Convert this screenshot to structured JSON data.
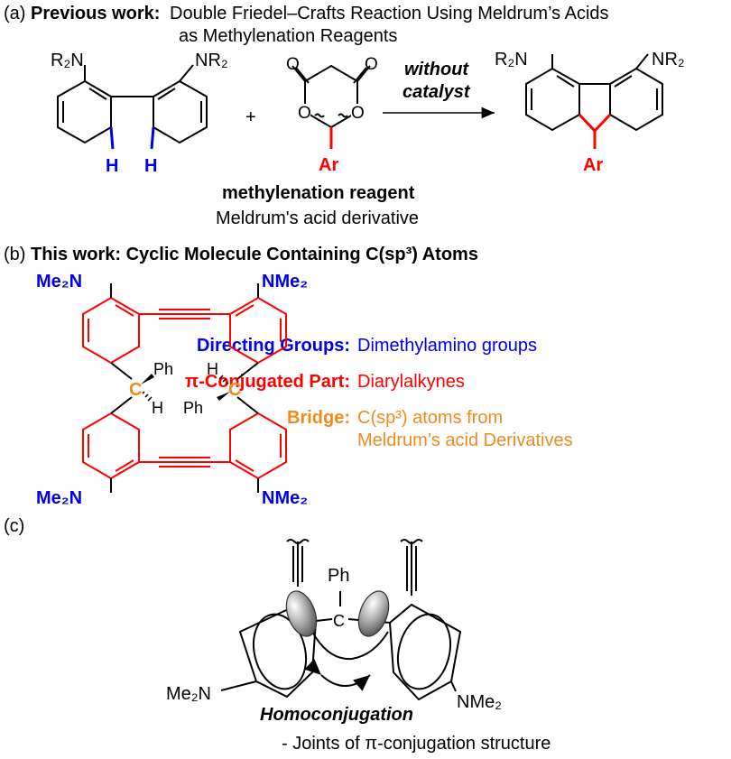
{
  "colors": {
    "blue": "#0000e6",
    "red": "#ff0000",
    "orange": "#f08a1c",
    "black": "#000000"
  },
  "panel_a": {
    "prefix": "(a)",
    "title_bold": "Previous work:",
    "title_rest": "Double Friedel–Crafts Reaction Using Meldrum’s Acids",
    "title_line2": "as Methylenation Reagents",
    "plus": "+",
    "arrow_top": "without",
    "arrow_bottom": "catalyst",
    "reagent_bold": "methylenation reagent",
    "reagent_sub": "Meldrum's acid derivative",
    "lbl_R2N": "R₂N",
    "lbl_NR2": "NR₂",
    "lbl_H": "H",
    "lbl_Ar": "Ar"
  },
  "panel_b": {
    "prefix": "(b)",
    "title": "This work: Cyclic Molecule Containing C(sp³) Atoms",
    "lbl_Me2N": "Me₂N",
    "lbl_NMe2": "NMe₂",
    "lbl_C": "C",
    "lbl_Ph": "Ph",
    "lbl_H": "H",
    "features": [
      {
        "key": "Directing Groups:",
        "value": "Dimethylamino groups",
        "color": "blue"
      },
      {
        "key": "π-Conjugated Part:",
        "value": "Diarylalkynes",
        "color": "red"
      },
      {
        "key": "Bridge:",
        "value": "C(sp³) atoms from",
        "value2": "Meldrum’s acid Derivatives",
        "color": "orange"
      }
    ]
  },
  "panel_c": {
    "prefix": "(c)",
    "lbl_Ph": "Ph",
    "lbl_C": "C",
    "lbl_Me2N": "Me₂N",
    "lbl_NMe2": "NMe₂",
    "caption": "Homoconjugation",
    "note": "- Joints of π-conjugation structure"
  }
}
